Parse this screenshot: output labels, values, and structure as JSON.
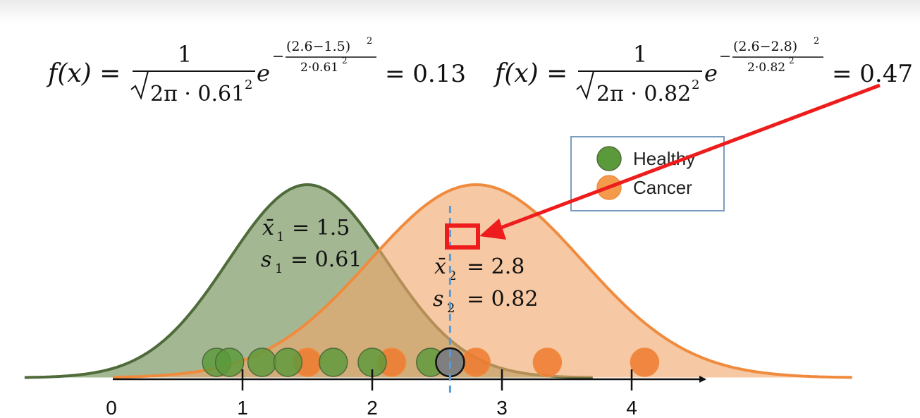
{
  "formula_left": {
    "lhs": "f(x) =",
    "numerator": "1",
    "denominator": "2π · 0.61",
    "denominator_exp": "2",
    "e": "e",
    "exp_numerator": "(2.6−1.5)",
    "exp_numerator_pow": "2",
    "exp_denominator": "2·0.61",
    "exp_denominator_pow": "2",
    "result": "= 0.13"
  },
  "formula_right": {
    "lhs": "f(x) =",
    "numerator": "1",
    "denominator": "2π · 0.82",
    "denominator_exp": "2",
    "e": "e",
    "exp_numerator": "(2.6−2.8)",
    "exp_numerator_pow": "2",
    "exp_denominator": "2·0.82",
    "exp_denominator_pow": "2",
    "result": "= 0.47"
  },
  "legend": {
    "items": [
      {
        "label": "Healthy",
        "color": "#5a9a3a"
      },
      {
        "label": "Cancer",
        "color": "#f39a4c"
      }
    ]
  },
  "healthy_stats": {
    "mean_label": "x̄",
    "mean_sub": "1",
    "mean_value": "= 1.5",
    "sd_label": "s",
    "sd_sub": "1",
    "sd_value": "= 0.61"
  },
  "cancer_stats": {
    "mean_label": "x̄",
    "mean_sub": "2",
    "mean_value": "= 2.8",
    "sd_label": "s",
    "sd_sub": "2",
    "sd_value": "= 0.82"
  },
  "axis": {
    "ticks": [
      "0",
      "1",
      "2",
      "3",
      "4"
    ]
  },
  "colors": {
    "healthy_fill": "#6b8b4f",
    "healthy_line": "#4f6b3a",
    "cancer_fill": "#f0a66a",
    "cancer_line": "#f08b3e",
    "healthy_dot": "#5a9a3a",
    "cancer_dot": "#ef7a2e",
    "test_dot": "#7f7f7f",
    "marker": "#ee1c1c",
    "dashed": "#5b9bd5"
  },
  "chart_data": {
    "type": "area",
    "x_ticks": [
      0,
      1,
      2,
      3,
      4
    ],
    "series": [
      {
        "name": "Healthy",
        "distribution": "normal",
        "mean": 1.5,
        "sd": 0.61,
        "points": [
          0.8,
          0.9,
          1.15,
          1.35,
          1.7,
          2.0,
          2.45,
          2.6
        ]
      },
      {
        "name": "Cancer",
        "distribution": "normal",
        "mean": 2.8,
        "sd": 0.82,
        "points": [
          1.5,
          2.15,
          2.8,
          3.35,
          4.1
        ]
      }
    ],
    "test_point": 2.6,
    "density_at_test": {
      "Healthy": 0.13,
      "Cancer": 0.47
    }
  }
}
